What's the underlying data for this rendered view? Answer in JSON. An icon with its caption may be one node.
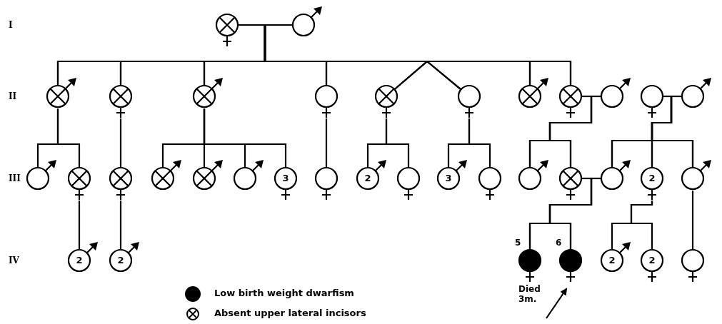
{
  "diagram": {
    "nodes": [
      {
        "text": [],
        "shape": "circle"
      },
      {
        "text": [],
        "shape": "circle"
      },
      {
        "text": [],
        "shape": "circle"
      },
      {
        "text": [],
        "shape": "circle"
      },
      {
        "text": [],
        "shape": "circle"
      },
      {
        "text": [],
        "shape": "circle"
      },
      {
        "text": [],
        "shape": "circle"
      },
      {
        "text": [],
        "shape": "circle"
      },
      {
        "text": [],
        "shape": "circle"
      },
      {
        "text": [],
        "shape": "circle"
      },
      {
        "text": [],
        "shape": "circle"
      },
      {
        "text": [],
        "shape": "circle"
      },
      {
        "text": [],
        "shape": "circle"
      },
      {
        "text": [],
        "shape": "circle"
      },
      {
        "text": [],
        "shape": "circle"
      },
      {
        "text": [],
        "shape": "circle"
      },
      {
        "text": [],
        "shape": "circle"
      },
      {
        "text": [],
        "shape": "circle"
      },
      {
        "text": [],
        "shape": "circle"
      },
      {
        "text": [
          "3"
        ]
      },
      {
        "text": [],
        "shape": "circle"
      },
      {
        "text": [
          "2"
        ]
      },
      {
        "text": [],
        "shape": "circle"
      },
      {
        "text": [
          "3"
        ]
      },
      {
        "text": [],
        "shape": "circle"
      },
      {
        "text": [],
        "shape": "circle"
      },
      {
        "text": [],
        "shape": "circle"
      },
      {
        "text": [],
        "shape": "circle"
      },
      {
        "text": [
          "2"
        ]
      },
      {
        "text": [],
        "shape": "circle"
      },
      {
        "text": [
          "2"
        ]
      },
      {
        "text": [
          "2"
        ]
      },
      {
        "text": [],
        "shape": "circle",
        "beside": [
          "5",
          "Died 3m."
        ]
      },
      {
        "text": [],
        "shape": "circle",
        "beside": [
          "6"
        ]
      },
      {
        "text": [
          "2"
        ]
      },
      {
        "text": [
          "2"
        ]
      },
      {
        "text": [],
        "shape": "circle"
      }
    ],
    "edges": [
      {
        "from": 0,
        "to": 1,
        "arrow": "none"
      },
      {
        "from": 0,
        "to": 2,
        "arrow": "none"
      },
      {
        "from": 1,
        "to": 2,
        "arrow": "none"
      },
      {
        "from": 0,
        "to": 3,
        "arrow": "none"
      },
      {
        "from": 1,
        "to": 3,
        "arrow": "none"
      },
      {
        "from": 0,
        "to": 4,
        "arrow": "none"
      },
      {
        "from": 1,
        "to": 4,
        "arrow": "none"
      },
      {
        "from": 0,
        "to": 5,
        "arrow": "none"
      },
      {
        "from": 1,
        "to": 5,
        "arrow": "none"
      },
      {
        "from": 0,
        "to": 6,
        "arrow": "none"
      },
      {
        "from": 1,
        "to": 6,
        "arrow": "none"
      },
      {
        "from": 0,
        "to": 7,
        "arrow": "none"
      },
      {
        "from": 1,
        "to": 7,
        "arrow": "none"
      },
      {
        "from": 0,
        "to": 8,
        "arrow": "none"
      },
      {
        "from": 1,
        "to": 8,
        "arrow": "none"
      },
      {
        "from": 0,
        "to": 9,
        "arrow": "none"
      },
      {
        "from": 1,
        "to": 9,
        "arrow": "none"
      },
      {
        "from": 9,
        "to": 10,
        "arrow": "none"
      },
      {
        "from": 11,
        "to": 12,
        "arrow": "none"
      },
      {
        "from": 2,
        "to": 13,
        "arrow": "none"
      },
      {
        "from": 2,
        "to": 14,
        "arrow": "none"
      },
      {
        "from": 3,
        "to": 15,
        "arrow": "none"
      },
      {
        "from": 4,
        "to": 16,
        "arrow": "none"
      },
      {
        "from": 4,
        "to": 17,
        "arrow": "none"
      },
      {
        "from": 4,
        "to": 18,
        "arrow": "none"
      },
      {
        "from": 4,
        "to": 19,
        "arrow": "none"
      },
      {
        "from": 5,
        "to": 20,
        "arrow": "none"
      },
      {
        "from": 6,
        "to": 21,
        "arrow": "none"
      },
      {
        "from": 6,
        "to": 22,
        "arrow": "none"
      },
      {
        "from": 7,
        "to": 23,
        "arrow": "none"
      },
      {
        "from": 7,
        "to": 24,
        "arrow": "none"
      },
      {
        "from": 9,
        "to": 25,
        "arrow": "none"
      },
      {
        "from": 10,
        "to": 25,
        "arrow": "none"
      },
      {
        "from": 9,
        "to": 26,
        "arrow": "none"
      },
      {
        "from": 10,
        "to": 26,
        "arrow": "none"
      },
      {
        "from": 11,
        "to": 27,
        "arrow": "none"
      },
      {
        "from": 12,
        "to": 27,
        "arrow": "none"
      },
      {
        "from": 11,
        "to": 28,
        "arrow": "none"
      },
      {
        "from": 12,
        "to": 28,
        "arrow": "none"
      },
      {
        "from": 11,
        "to": 29,
        "arrow": "none"
      },
      {
        "from": 12,
        "to": 29,
        "arrow": "none"
      },
      {
        "from": 26,
        "to": 27,
        "arrow": "none"
      },
      {
        "from": 14,
        "to": 30,
        "arrow": "none"
      },
      {
        "from": 15,
        "to": 31,
        "arrow": "none"
      },
      {
        "from": 26,
        "to": 32,
        "arrow": "none"
      },
      {
        "from": 27,
        "to": 32,
        "arrow": "none"
      },
      {
        "from": 26,
        "to": 33,
        "arrow": "none"
      },
      {
        "from": 27,
        "to": 33,
        "arrow": "none"
      },
      {
        "from": 28,
        "to": 34,
        "arrow": "none"
      },
      {
        "from": 28,
        "to": 35,
        "arrow": "none"
      },
      {
        "from": 29,
        "to": 36,
        "arrow": "none"
      },
      {
        "from": null,
        "to": 33,
        "arrow": "to"
      }
    ],
    "labels": [
      "I",
      "II",
      "III",
      "IV"
    ],
    "legend": [
      {
        "text": "Low birth weight dwarfism"
      },
      {
        "text": "Absent upper lateral incisors"
      }
    ]
  }
}
